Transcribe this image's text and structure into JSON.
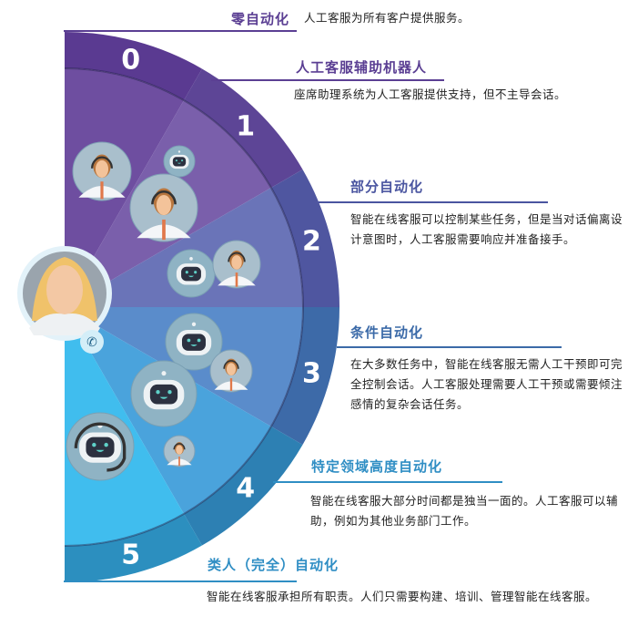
{
  "levels": [
    {
      "num": "0",
      "title": "零自动化",
      "desc": "人工客服为所有客户提供服务。",
      "ring": "#5a3a91",
      "fill": "#6e4ea0",
      "text": "#5b3f93"
    },
    {
      "num": "1",
      "title": "人工客服辅助机器人",
      "desc": "座席助理系统为人工客服提供支持，但不主导会话。",
      "ring": "#5d4596",
      "fill": "#7a5fab",
      "text": "#5b3f93"
    },
    {
      "num": "2",
      "title": "部分自动化",
      "desc": "智能在线客服可以控制某些任务，但是当对话偏离设计意图时，人工客服需要响应并准备接手。",
      "ring": "#4f56a0",
      "fill": "#6a74b8",
      "text": "#4a55a0"
    },
    {
      "num": "3",
      "title": "条件自动化",
      "desc": "在大多数任务中，智能在线客服无需人工干预即可完全控制会话。人工客服处理需要人工干预或需要倾注感情的复杂会话任务。",
      "ring": "#3d6aa8",
      "fill": "#5a8ccb",
      "text": "#3b6aa8"
    },
    {
      "num": "4",
      "title": "特定领域高度自动化",
      "desc": "智能在线客服大部分时间都是独当一面的。人工客服可以辅助，例如为其他业务部门工作。",
      "ring": "#2d80b3",
      "fill": "#4aa3dc",
      "text": "#2f8ec4"
    },
    {
      "num": "5",
      "title": "类人（完全）自动化",
      "desc": "智能在线客服承担所有职责。人们只需要构建、培训、管理智能在线客服。",
      "ring": "#2c8fbf",
      "fill": "#40bdee",
      "text": "#2f8ec4"
    }
  ],
  "icons": [
    "agent-icon",
    "robot-icon",
    "customer-icon",
    "phone-icon"
  ]
}
